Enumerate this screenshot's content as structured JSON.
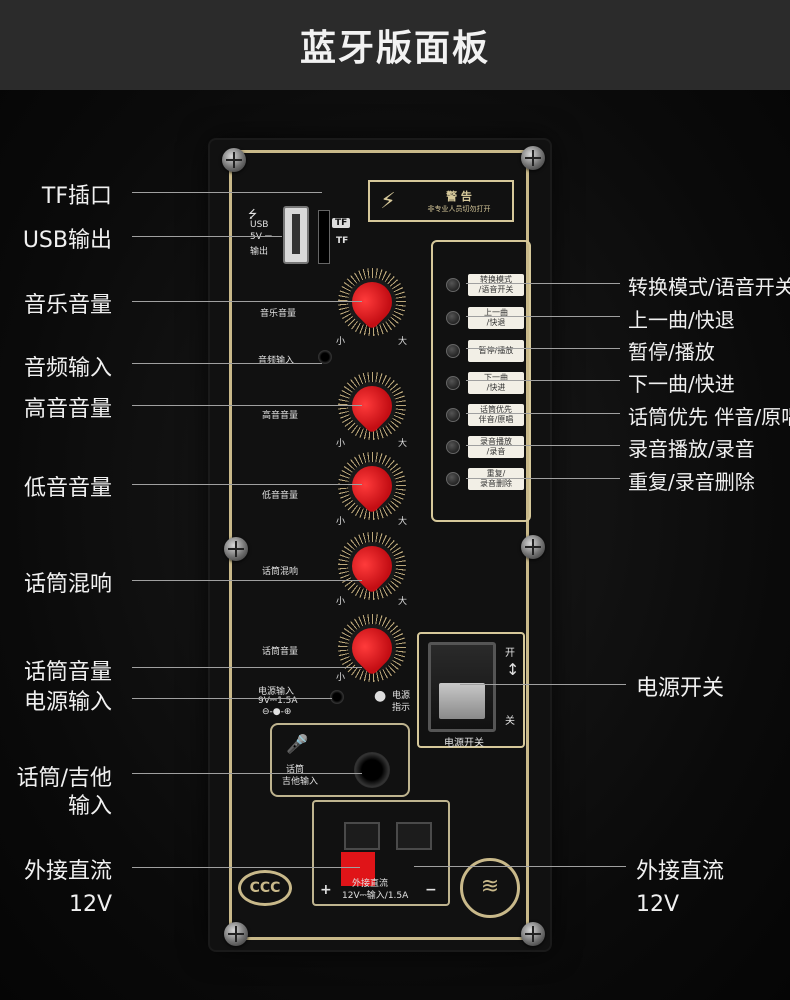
{
  "header": {
    "title": "蓝牙版面板"
  },
  "warning": {
    "title": "警 告",
    "subtitle": "非专业人员切勿打开"
  },
  "left_labels": [
    "TF插口",
    "USB输出",
    "音乐音量",
    "音频输入",
    "高音音量",
    "低音音量",
    "话筒混响",
    "话筒音量",
    "电源输入",
    "话筒/吉他",
    "输入",
    "外接直流",
    "12V"
  ],
  "right_labels": [
    "转换模式/语音开关",
    "上一曲/快退",
    "暂停/播放",
    "下一曲/快进",
    "话筒优先 伴音/原唱",
    "录音播放/录音",
    "重复/录音删除",
    "电源开关",
    "外接直流",
    "12V"
  ],
  "panel_text": {
    "usb": "USB",
    "usb_volt": "5V ⎓",
    "usb_out": "输出",
    "tf_badge": "TF",
    "tf": "TF",
    "music_vol": "音乐音量",
    "audio_in": "音频输入",
    "treble_vol": "高音音量",
    "bass_vol": "低音音量",
    "mic_reverb": "话筒混响",
    "mic_vol": "话筒音量",
    "small": "小",
    "big": "大",
    "power_in": "电源输入",
    "power_spec": "9V⎓1.5A",
    "power_ind_1": "电源",
    "power_ind_2": "指示",
    "mic_guitar_1": "话筒",
    "mic_guitar_2": "吉他输入",
    "switch_on": "开",
    "switch_off": "关",
    "switch_label": "电源开关",
    "dc_line1": "外接直流",
    "dc_line2": "12V⎓输入/1.5A",
    "plus": "+",
    "minus": "−",
    "ccc": "CCC",
    "heat": "≋"
  },
  "buttons": [
    {
      "l1": "转换模式",
      "l2": "/语音开关"
    },
    {
      "l1": "上一曲",
      "l2": "/快退"
    },
    {
      "l1": "暂停/播放",
      "l2": ""
    },
    {
      "l1": "下一曲",
      "l2": "/快进"
    },
    {
      "l1": "话筒优先",
      "l2": "伴音/原唱"
    },
    {
      "l1": "录音播放",
      "l2": "/录音"
    },
    {
      "l1": "重复/",
      "l2": "录音删除"
    }
  ],
  "colors": {
    "accent_gold": "#c9b98a",
    "knob_red": "#d4141a",
    "background": "#050505"
  }
}
